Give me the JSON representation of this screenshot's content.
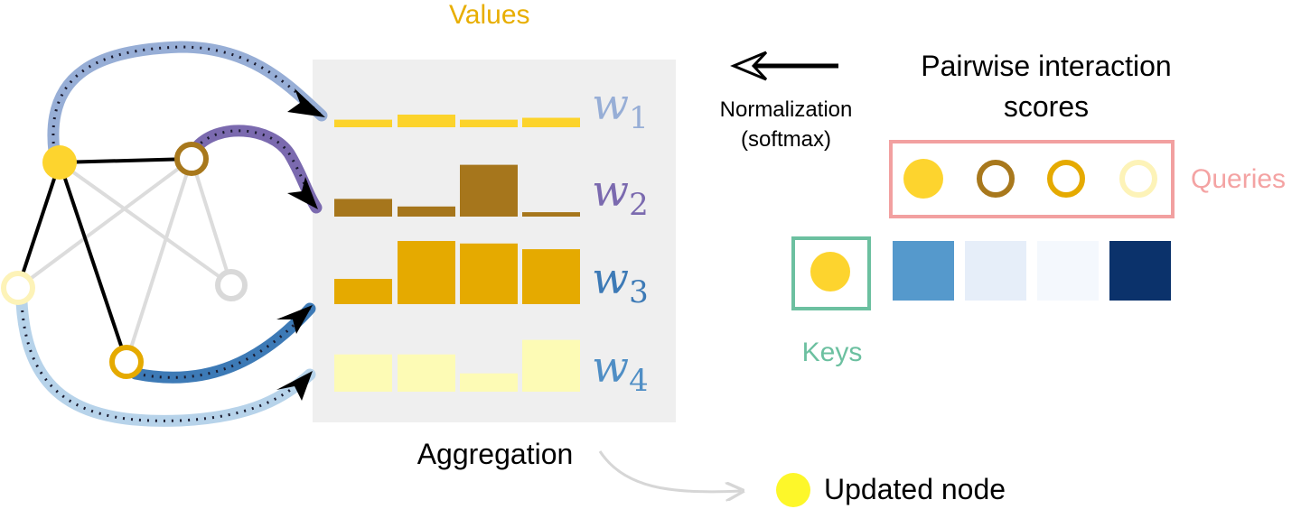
{
  "labels": {
    "values": "Values",
    "normalization": "Normalization",
    "softmax": "(softmax)",
    "pairwise_line1": "Pairwise interaction",
    "pairwise_line2": "scores",
    "queries": "Queries",
    "keys": "Keys",
    "aggregation": "Aggregation",
    "updated_node": "Updated node"
  },
  "weights": [
    {
      "symbol": "w",
      "sub": "1",
      "color": "#97aed6"
    },
    {
      "symbol": "w",
      "sub": "2",
      "color": "#7b6aaf"
    },
    {
      "symbol": "w",
      "sub": "3",
      "color": "#3d7ab6"
    },
    {
      "symbol": "w",
      "sub": "4",
      "color": "#4f8ec5"
    }
  ],
  "colors": {
    "values_label": "#e8ae00",
    "queries_label": "#f4a3a3",
    "queries_box": "#f2a0a0",
    "keys_label": "#6cc0a0",
    "keys_box": "#6cc0a0",
    "panel_bg": "#efefef",
    "node_yellow": "#fdd42e",
    "node_brown": "#a8781c",
    "node_gold": "#e5aa00",
    "node_pale": "#fdf3b8",
    "node_gray": "#d9d9d9",
    "updated_node": "#fdf72a"
  },
  "score_colors": [
    "#5599cc",
    "#e6eef9",
    "#f4f8fd",
    "#0b326b"
  ],
  "value_bars": [
    {
      "color": "#fcd32b",
      "heights": [
        0.12,
        0.2,
        0.12,
        0.15
      ]
    },
    {
      "color": "#a6761c",
      "heights": [
        0.28,
        0.16,
        0.82,
        0.07
      ]
    },
    {
      "color": "#e5aa00",
      "heights": [
        0.4,
        1.0,
        0.96,
        0.87
      ]
    },
    {
      "color": "#fdfbb5",
      "heights": [
        0.59,
        0.59,
        0.29,
        0.82
      ]
    }
  ],
  "icons": {
    "normalization_arrow": "left-arrow-icon",
    "aggregation_arrow": "curved-arrow-icon"
  }
}
